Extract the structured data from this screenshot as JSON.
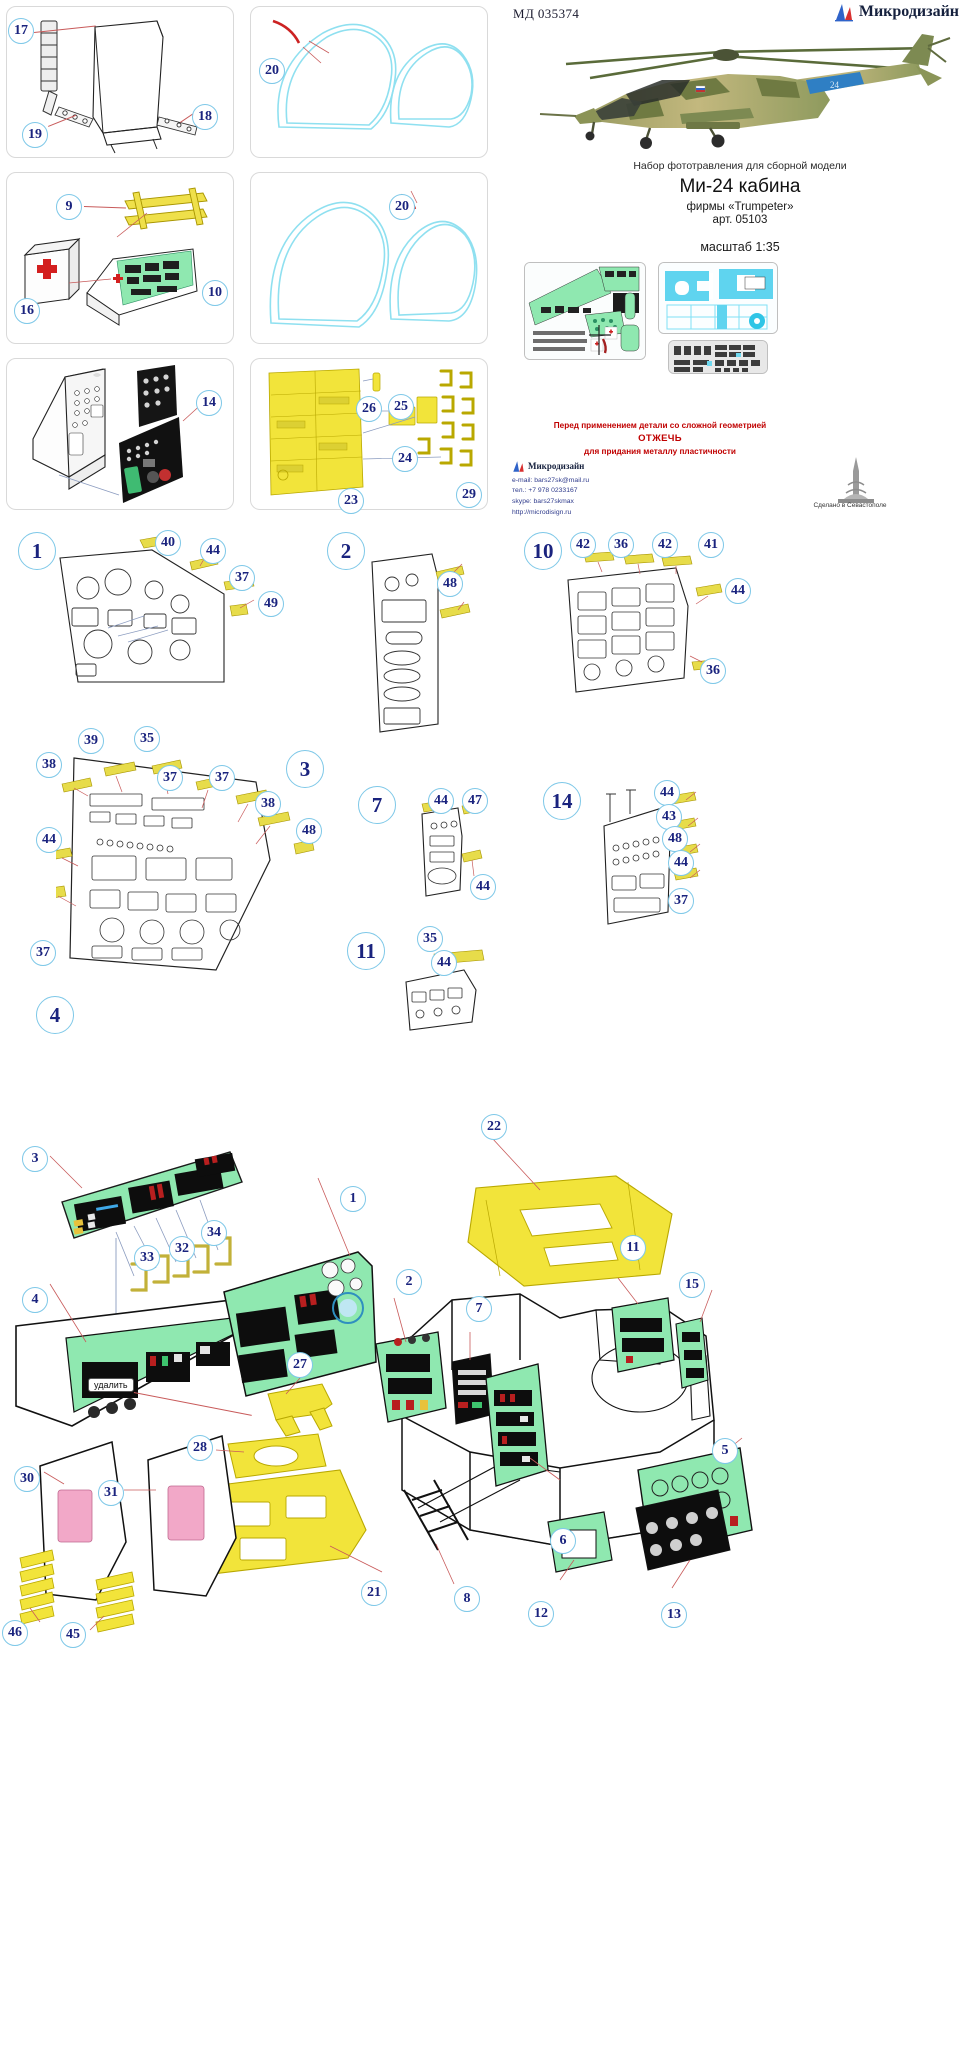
{
  "header": {
    "code": "МД 035374",
    "brand": "Микродизайн",
    "kit_caption": "Набор фототравления для сборной модели",
    "title": "Ми-24 кабина",
    "firm": "фирмы «Trumpeter»",
    "article": "арт. 05103",
    "scale": "масштаб 1:35"
  },
  "warning": {
    "line1": "Перед применением детали со сложной геометрией",
    "line2": "ОТЖЕЧЬ",
    "line3": "для придания металлу пластичности"
  },
  "contact": {
    "name": "Микродизайн",
    "email": "e-mail: bars27sk@mail.ru",
    "phone": "тел.: +7 978 0233167",
    "skype": "skype: bars27skmax",
    "site": "http://microdisign.ru",
    "made_in": "Сделано в Севастополе"
  },
  "labels": {
    "delete": "удалить"
  },
  "step_numbers": {
    "s1": "1",
    "s2": "2",
    "s3": "3",
    "s4": "4",
    "s7": "7",
    "s10": "10",
    "s11": "11",
    "s14": "14"
  },
  "callouts": {
    "box_a": [
      "17",
      "19",
      "18"
    ],
    "box_b": [
      "20"
    ],
    "box_c": [
      "9",
      "16",
      "10"
    ],
    "box_d": [
      "20"
    ],
    "box_e": [
      "14"
    ],
    "box_f": [
      "26",
      "25",
      "24",
      "23",
      "29"
    ],
    "step1": [
      "40",
      "44",
      "37",
      "49"
    ],
    "step2": [
      "48"
    ],
    "step10": [
      "42",
      "36",
      "42",
      "41",
      "44",
      "36"
    ],
    "step3_4": [
      "39",
      "35",
      "38",
      "37",
      "37",
      "38",
      "44",
      "48",
      "37"
    ],
    "step7": [
      "44",
      "47",
      "44"
    ],
    "step11": [
      "35",
      "44"
    ],
    "step14": [
      "44",
      "43",
      "48",
      "44",
      "37"
    ],
    "bottom": [
      "3",
      "33",
      "32",
      "34",
      "4",
      "1",
      "22",
      "2",
      "7",
      "11",
      "15",
      "27",
      "28",
      "30",
      "31",
      "21",
      "8",
      "6",
      "5",
      "12",
      "13",
      "46",
      "45"
    ]
  },
  "colors": {
    "callout_ring": "#7ec8e8",
    "callout_text": "#1a237e",
    "warning_red": "#c00000",
    "brand_navy": "#16213e",
    "pe_yellow": "#f2e43a",
    "pe_green": "#8fe8b0",
    "pe_cyan": "#6fd8ef",
    "leader_red": "#c85a5a",
    "panel_border": "#d9d9d9"
  }
}
